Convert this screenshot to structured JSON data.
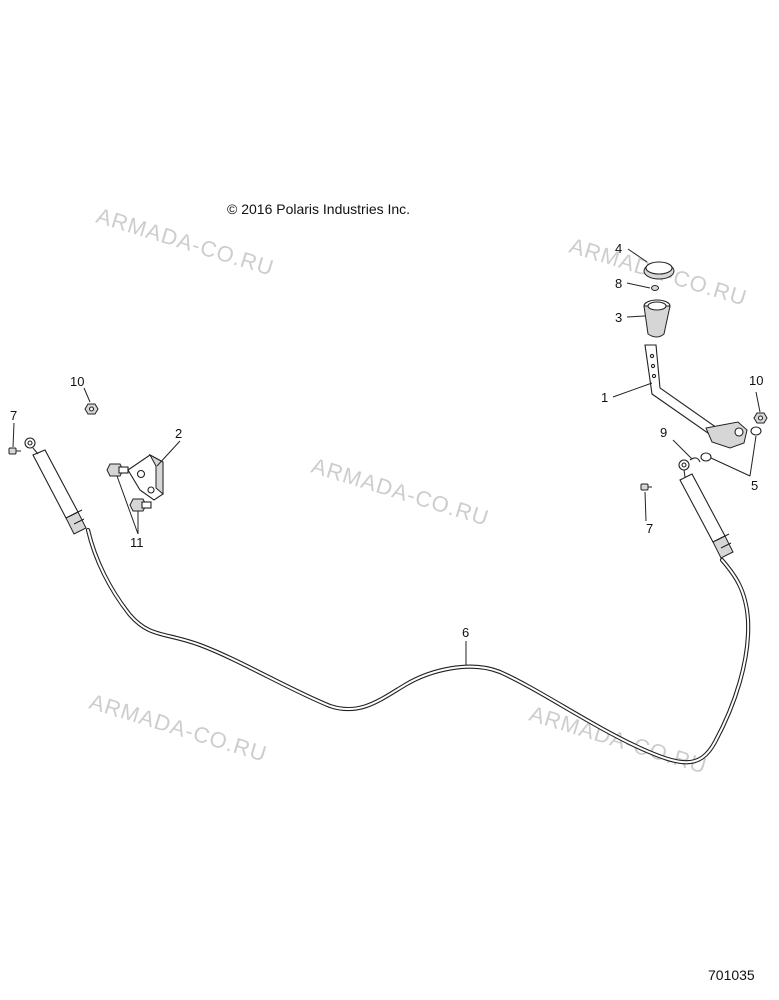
{
  "copyright": "© 2016 Polaris Industries Inc.",
  "drawing_number": "701035",
  "watermark_text": "ARMADA-CO.RU",
  "callouts": {
    "c1": "1",
    "c2": "2",
    "c3": "3",
    "c4": "4",
    "c5": "5",
    "c6": "6",
    "c7a": "7",
    "c7b": "7",
    "c8": "8",
    "c9": "9",
    "c10a": "10",
    "c10b": "10",
    "c11": "11"
  }
}
